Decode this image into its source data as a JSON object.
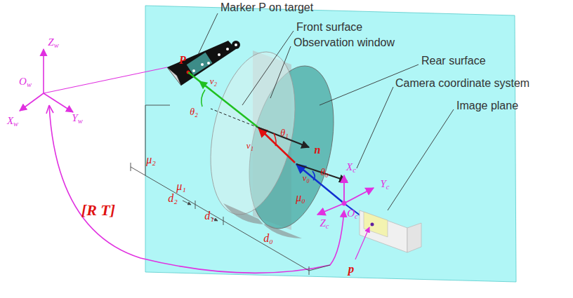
{
  "diagram": {
    "labels": [
      "Marker P on target",
      "Front surface",
      "Observation window",
      "Rear surface",
      "Camera coordinate system",
      "Image plane",
      "P",
      "v₂",
      "θ₂",
      "v₁",
      "θ₁",
      "n",
      "v₀",
      "θ₀",
      "μ₂",
      "μ₁",
      "μ₀",
      "d₂",
      "d₁",
      "d₀",
      "Xc",
      "Yc",
      "Zc",
      "Oc",
      "p",
      "Zw",
      "Ow",
      "Xw",
      "Yw",
      "[R T]"
    ]
  }
}
